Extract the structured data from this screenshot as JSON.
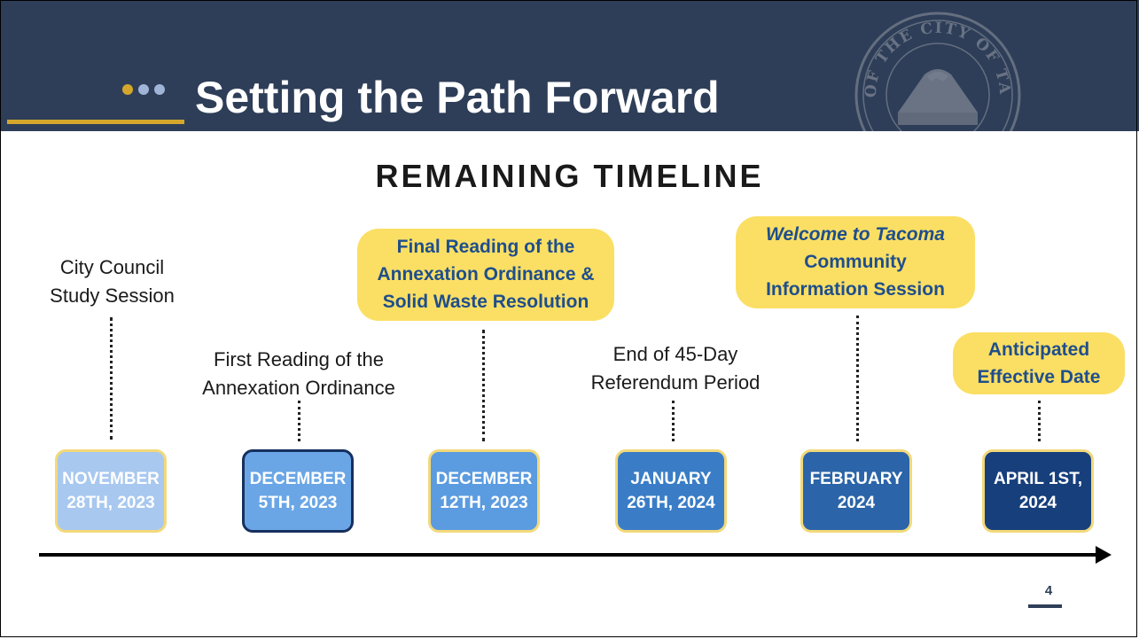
{
  "slide": {
    "title": "Setting the Path Forward",
    "heading": "REMAINING TIMELINE",
    "page_number": "4",
    "seal_text": "SEAL OF THE CITY OF TACOMA",
    "colors": {
      "header_bg": "#2e3e58",
      "accent_gold": "#d4a72c",
      "dot_blue": "#9fb4d6",
      "highlight_yellow": "#fbdf64",
      "highlight_text": "#1f4e8c"
    }
  },
  "events": {
    "e1": {
      "line1": "City Council",
      "line2": "Study Session"
    },
    "e2": {
      "line1": "First Reading of the",
      "line2": "Annexation Ordinance"
    },
    "e3": {
      "line1": "Final Reading of the",
      "line2": "Annexation Ordinance &",
      "line3": "Solid Waste Resolution"
    },
    "e4": {
      "line1": "End of 45-Day",
      "line2": "Referendum Period"
    },
    "e5": {
      "line1": "Welcome to Tacoma",
      "line2": "Community",
      "line3": "Information Session"
    },
    "e6": {
      "line1": "Anticipated",
      "line2": "Effective Date"
    }
  },
  "dates": {
    "d1": {
      "line1": "NOVEMBER",
      "line2": "28TH, 2023",
      "color": "#a8c8ef"
    },
    "d2": {
      "line1": "DECEMBER",
      "line2": "5TH, 2023",
      "color": "#6aa6e6"
    },
    "d3": {
      "line1": "DECEMBER",
      "line2": "12TH, 2023",
      "color": "#5b9be0"
    },
    "d4": {
      "line1": "JANUARY",
      "line2": "26TH, 2024",
      "color": "#3a7dc6"
    },
    "d5": {
      "line1": "FEBRUARY",
      "line2": "2024",
      "color": "#2b64a8"
    },
    "d6": {
      "line1": "APRIL 1ST,",
      "line2": "2024",
      "color": "#173f7c"
    }
  }
}
